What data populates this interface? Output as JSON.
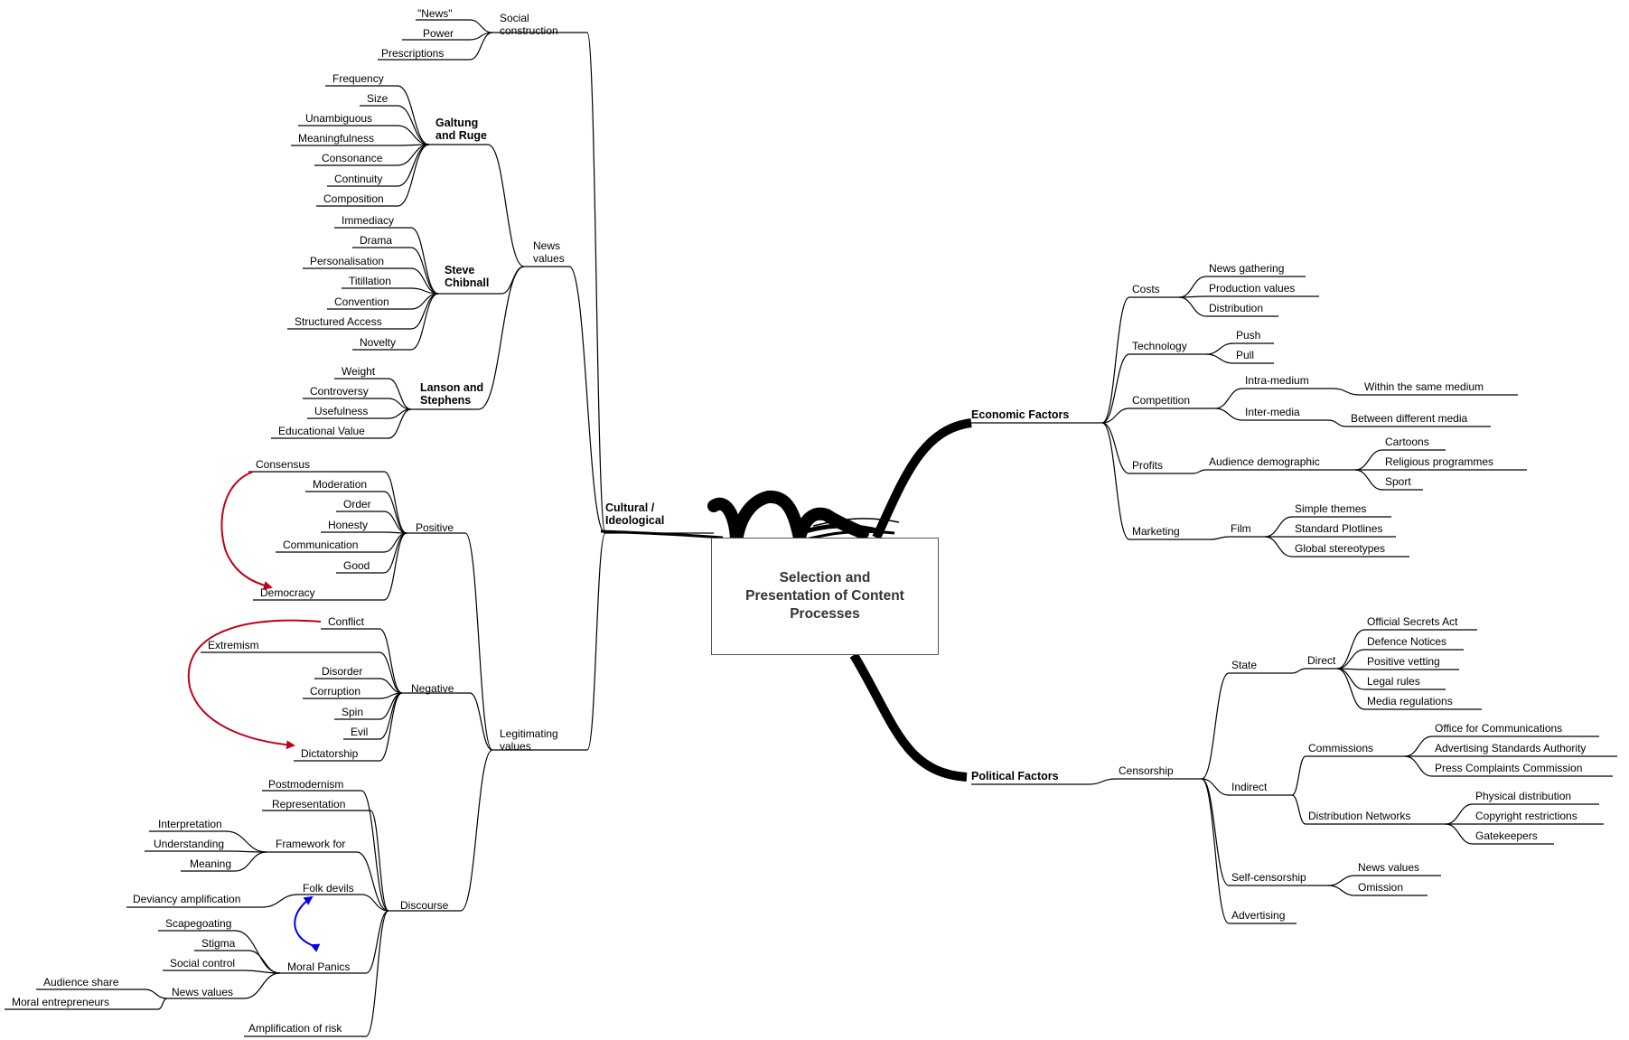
{
  "central": "Selection and\nPresentation of Content\nProcesses",
  "branches": {
    "cultural": {
      "label": "Cultural /\nIdeological",
      "social": {
        "label": "Social\nconstruction",
        "items": [
          "\"News\"",
          "Power",
          "Prescriptions"
        ]
      },
      "news_values": {
        "label": "News\nvalues",
        "galtung": {
          "label": "Galtung\nand Ruge",
          "items": [
            "Frequency",
            "Size",
            "Unambiguous",
            "Meaningfulness",
            "Consonance",
            "Continuity",
            "Composition"
          ]
        },
        "chibnall": {
          "label": "Steve\nChibnall",
          "items": [
            "Immediacy",
            "Drama",
            "Personalisation",
            "Titillation",
            "Convention",
            "Structured Access",
            "Novelty"
          ]
        },
        "lanson": {
          "label": "Lanson and\nStephens",
          "items": [
            "Weight",
            "Controversy",
            "Usefulness",
            "Educational Value"
          ]
        }
      },
      "legitimating": {
        "label": "Legitimating\nvalues",
        "positive": {
          "label": "Positive",
          "items": [
            "Consensus",
            "Moderation",
            "Order",
            "Honesty",
            "Communication",
            "Good",
            "Democracy"
          ]
        },
        "negative": {
          "label": "Negative",
          "items": [
            "Conflict",
            "Extremism",
            "Disorder",
            "Corruption",
            "Spin",
            "Evil",
            "Dictatorship"
          ]
        },
        "discourse": {
          "label": "Discourse",
          "postmodernism": "Postmodernism",
          "representation": "Representation",
          "framework": {
            "label": "Framework for",
            "items": [
              "Interpretation",
              "Understanding",
              "Meaning"
            ]
          },
          "folk_devils": {
            "label": "Folk devils",
            "items": [
              "Deviancy amplification"
            ]
          },
          "moral_panics": {
            "label": "Moral Panics",
            "items": [
              "Scapegoating",
              "Stigma",
              "Social control"
            ]
          },
          "news_values": {
            "label": "News values",
            "items": [
              "Audience share",
              "Moral entrepreneurs"
            ]
          },
          "risk": "Amplification of risk"
        }
      }
    },
    "economic": {
      "label": "Economic Factors",
      "costs": {
        "label": "Costs",
        "items": [
          "News gathering",
          "Production values",
          "Distribution"
        ]
      },
      "technology": {
        "label": "Technology",
        "items": [
          "Push",
          "Pull"
        ]
      },
      "competition": {
        "label": "Competition",
        "intra": {
          "label": "Intra-medium",
          "detail": "Within the same medium"
        },
        "inter": {
          "label": "Inter-media",
          "detail": "Between different media"
        }
      },
      "profits": {
        "label": "Profits",
        "audience": {
          "label": "Audience demographic",
          "items": [
            "Cartoons",
            "Religious programmes",
            "Sport"
          ]
        }
      },
      "marketing": {
        "label": "Marketing",
        "film": {
          "label": "Film",
          "items": [
            "Simple themes",
            "Standard Plotlines",
            "Global stereotypes"
          ]
        }
      }
    },
    "political": {
      "label": "Political Factors",
      "censorship": {
        "label": "Censorship",
        "state": {
          "label": "State",
          "direct": {
            "label": "Direct",
            "items": [
              "Official Secrets Act",
              "Defence Notices",
              "Positive vetting",
              "Legal rules",
              "Media regulations"
            ]
          }
        },
        "indirect": {
          "label": "Indirect",
          "commissions": {
            "label": "Commissions",
            "items": [
              "Office for Communications",
              "Advertising Standards Authority",
              "Press Complaints Commission"
            ]
          },
          "distribution": {
            "label": "Distribution Networks",
            "items": [
              "Physical distribution",
              "Copyright restrictions",
              "Gatekeepers"
            ]
          }
        },
        "self": {
          "label": "Self-censorship",
          "items": [
            "News values",
            "Omission"
          ]
        },
        "advertising": "Advertising"
      }
    }
  },
  "colors": {
    "line": "#000000",
    "arrow_red": "#c0001a",
    "arrow_blue": "#0000ee"
  }
}
